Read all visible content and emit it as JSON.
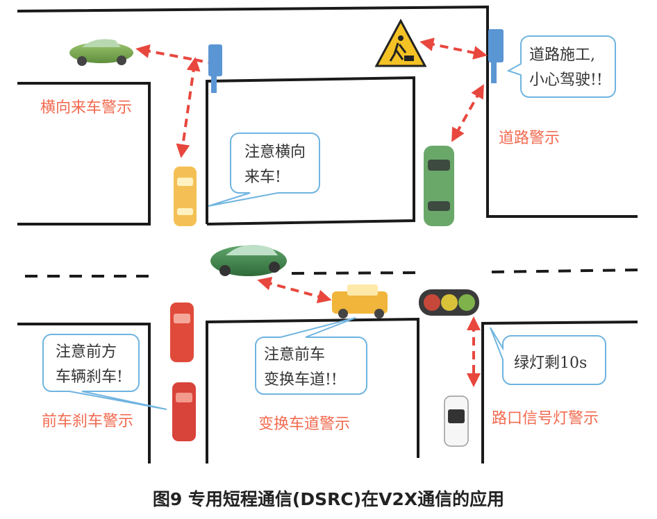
{
  "scenes": {
    "cross_traffic": {
      "label": "横向来车警示",
      "bubble": [
        "注意横向",
        "来车!"
      ]
    },
    "road_warning": {
      "label": "道路警示",
      "bubble": [
        "道路施工,",
        "小心驾驶!!"
      ]
    },
    "front_braking": {
      "label": "前车刹车警示",
      "bubble": [
        "注意前方",
        "车辆刹车!"
      ]
    },
    "lane_change": {
      "label": "变换车道警示",
      "bubble": [
        "注意前车",
        "变换车道!!"
      ]
    },
    "traffic_light": {
      "label": "路口信号灯警示",
      "bubble": [
        "绿灯剩10s"
      ]
    }
  },
  "caption": "图9 专用短程通信(DSRC)在V2X通信的应用",
  "icons": [
    "construction-sign-icon",
    "traffic-light-icon",
    "roadside-unit-icon"
  ],
  "colors": {
    "label": "#f26a4f",
    "arrow": "#e8473e",
    "bubble_border": "#6fb4e0",
    "road_line": "#1a1a1a",
    "light_red": "#c6483a",
    "light_yellow": "#d7c23a",
    "light_green": "#7fb24a"
  }
}
